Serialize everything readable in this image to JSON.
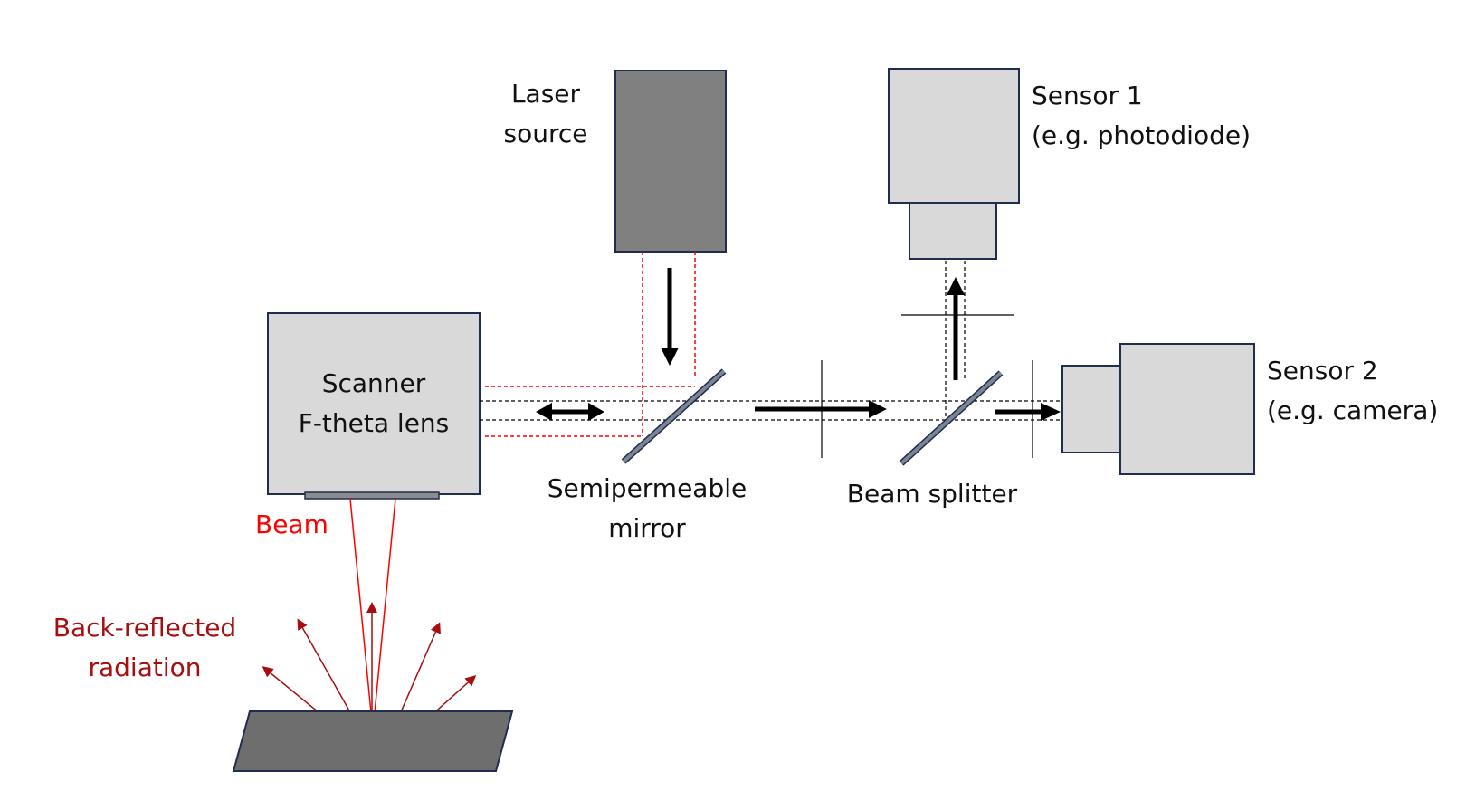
{
  "labels": {
    "laser_source": [
      "Laser",
      "source"
    ],
    "sensor1": [
      "Sensor 1",
      "(e.g. photodiode)"
    ],
    "sensor2": [
      "Sensor 2",
      "(e.g. camera)"
    ],
    "scanner": [
      "Scanner",
      "F-theta lens"
    ],
    "semipermeable_mirror": [
      "Semipermeable",
      "mirror"
    ],
    "beam_splitter": "Beam splitter",
    "beam": "Beam",
    "back_reflected": [
      "Back-reflected",
      "radiation"
    ]
  },
  "colors": {
    "device_dark": "#808080",
    "device_light": "#d9d9d9",
    "outline": "#1f2d4e",
    "beam_red": "#ff0000",
    "back_reflected_red": "#a50f0f",
    "workpiece": "#6e6e6e",
    "arrow": "#000000",
    "dashed_line": "#000000"
  }
}
